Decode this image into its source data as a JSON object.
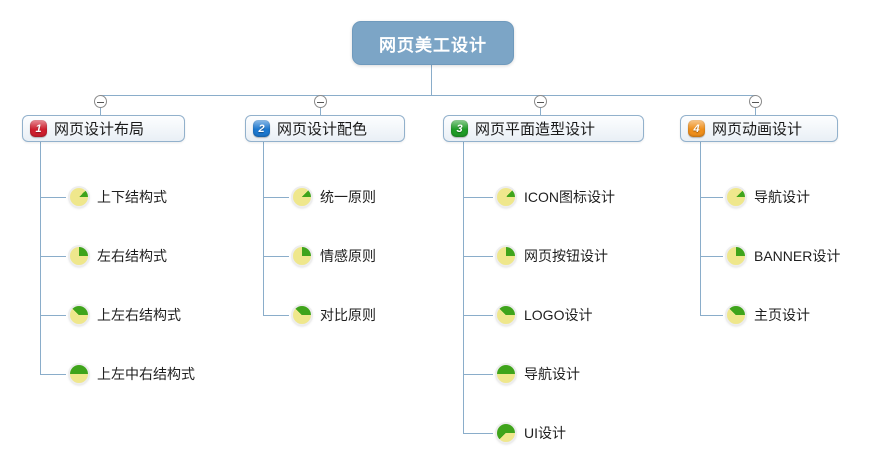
{
  "root": {
    "label": "网页美工设计"
  },
  "colors": {
    "root_bg": "#7ca5c6",
    "line": "#8aadca",
    "node_border": "#92b1cc",
    "pie_done": "#3fa41b",
    "pie_rest": "#efe78c"
  },
  "icons": {
    "collapse": "minus-circle-icon",
    "progress": "pie-progress-icon"
  },
  "branches": [
    {
      "label": "网页设计布局",
      "badge": "1",
      "badge_color": "#ce1f2e",
      "children": [
        {
          "label": "上下结构式",
          "progress_eighths": 1
        },
        {
          "label": "左右结构式",
          "progress_eighths": 2
        },
        {
          "label": "上左右结构式",
          "progress_eighths": 3
        },
        {
          "label": "上左中右结构式",
          "progress_eighths": 4
        }
      ]
    },
    {
      "label": "网页设计配色",
      "badge": "2",
      "badge_color": "#1d78cf",
      "children": [
        {
          "label": "统一原则",
          "progress_eighths": 1
        },
        {
          "label": "情感原则",
          "progress_eighths": 2
        },
        {
          "label": "对比原则",
          "progress_eighths": 3
        }
      ]
    },
    {
      "label": "网页平面造型设计",
      "badge": "3",
      "badge_color": "#1f9c27",
      "children": [
        {
          "label": "ICON图标设计",
          "progress_eighths": 1
        },
        {
          "label": "网页按钮设计",
          "progress_eighths": 2
        },
        {
          "label": "LOGO设计",
          "progress_eighths": 3
        },
        {
          "label": "导航设计",
          "progress_eighths": 4
        },
        {
          "label": "UI设计",
          "progress_eighths": 5
        }
      ]
    },
    {
      "label": "网页动画设计",
      "badge": "4",
      "badge_color": "#ef8f1c",
      "children": [
        {
          "label": "导航设计",
          "progress_eighths": 1
        },
        {
          "label": "BANNER设计",
          "progress_eighths": 2
        },
        {
          "label": "主页设计",
          "progress_eighths": 3
        }
      ]
    }
  ]
}
